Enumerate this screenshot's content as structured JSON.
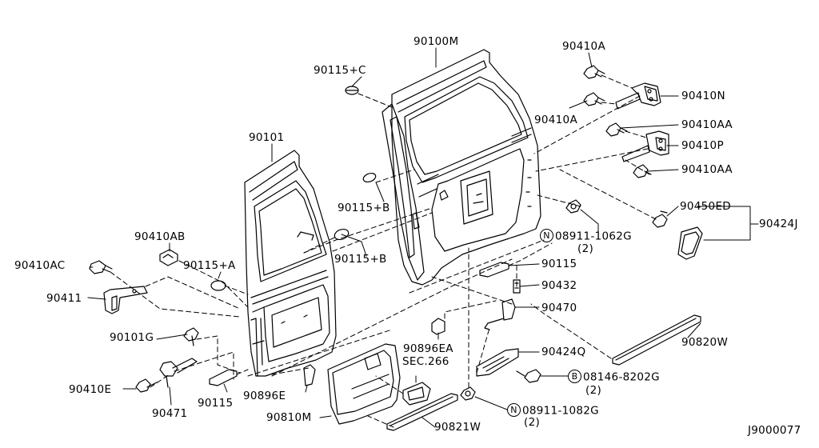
{
  "labels": {
    "p90100M": "90100M",
    "p90115C": "90115+C",
    "p90410A_top": "90410A",
    "p90410N": "90410N",
    "p90410A_mid": "90410A",
    "p90410AA_1": "90410AA",
    "p90410P": "90410P",
    "p90410AA_2": "90410AA",
    "p90101": "90101",
    "p90115B_1": "90115+B",
    "p90450ED": "90450ED",
    "p90424J": "90424J",
    "p08911_1062G": "08911-1062G",
    "qty_1062G": "(2)",
    "p90410AB": "90410AB",
    "p90115B_2": "90115+B",
    "p90410AC": "90410AC",
    "p90115A": "90115+A",
    "p90115_right": "90115",
    "p90411": "90411",
    "p90432": "90432",
    "p90470": "90470",
    "p90101G": "90101G",
    "p90896EA": "90896EA",
    "p90424Q": "90424Q",
    "p90820W": "90820W",
    "sec266": "SEC.266",
    "p08146_8202G": "08146-8202G",
    "qty_8202G": "(2)",
    "p90410E": "90410E",
    "p90896E": "90896E",
    "p90115_bottom": "90115",
    "p90471": "90471",
    "p08911_1082G": "08911-1082G",
    "qty_1082G": "(2)",
    "p90810M": "90810M",
    "p90821W": "90821W",
    "diagram_id": "J9000077"
  },
  "symbols": {
    "n1": "N",
    "b1": "B",
    "n2": "N"
  }
}
